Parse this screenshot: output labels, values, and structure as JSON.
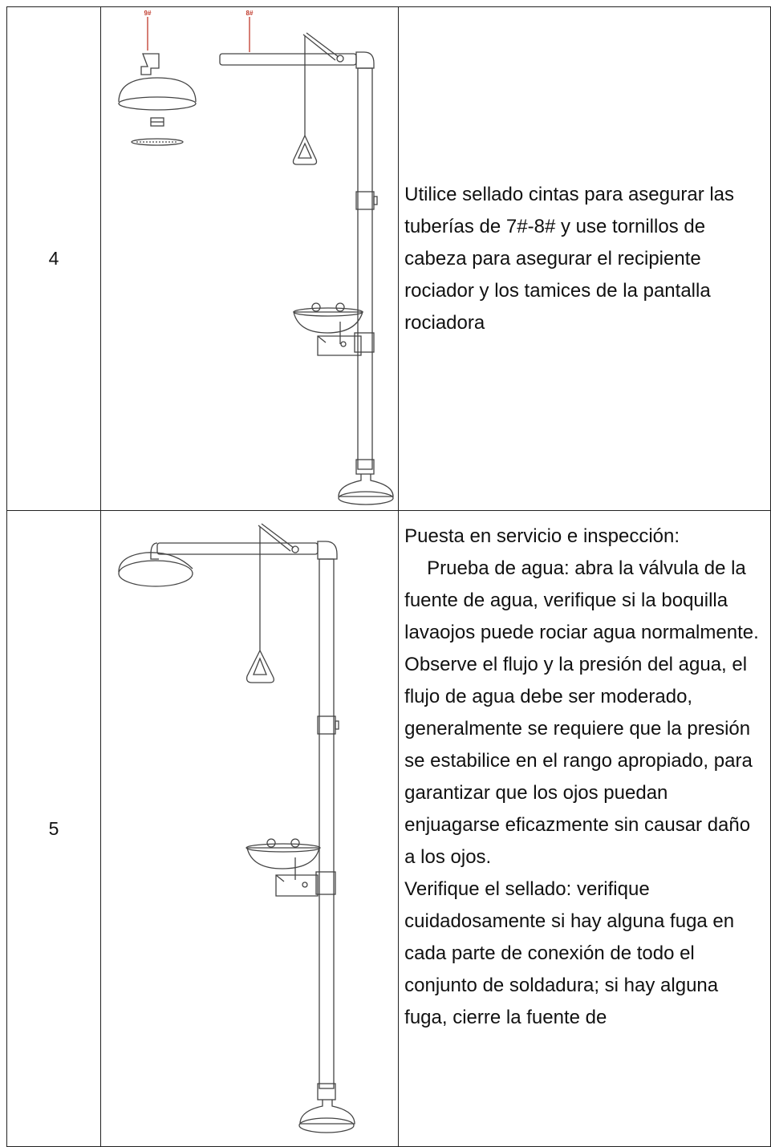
{
  "rows": [
    {
      "number": "4",
      "labels": [
        "9#",
        "8#"
      ],
      "description": "Utilice sellado cintas para asegurar las tuberías de 7#-8# y use tornillos de cabeza para asegurar el recipiente rociador y los tamices de la pantalla rociadora"
    },
    {
      "number": "5",
      "heading": "Puesta en servicio e inspección:",
      "paragraph1": "Prueba de agua: abra la válvula de la fuente de agua, verifique si la boquilla lavaojos puede rociar agua normalmente. Observe el flujo y la presión del agua, el flujo de agua debe ser moderado, generalmente se requiere que la presión se estabilice en el rango apropiado, para garantizar que los ojos puedan enjuagarse eficazmente sin causar daño a los ojos.",
      "paragraph2": "Verifique el sellado: verifique cuidadosamente si hay alguna fuga en cada parte de conexión de todo el conjunto de soldadura; si hay alguna fuga, cierre la fuente de"
    }
  ]
}
